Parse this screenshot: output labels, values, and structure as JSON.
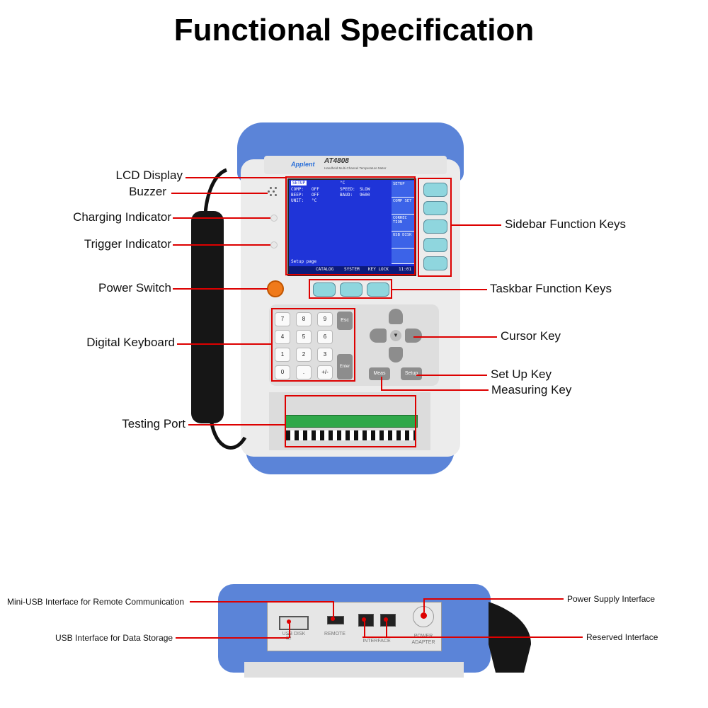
{
  "title": "Functional Specification",
  "device": {
    "brand": "Applent",
    "model": "AT4808",
    "subtitle": "Handheld Multi-Channel Temperature Meter"
  },
  "screen": {
    "header_tag": "SETUP",
    "unit_top": "°C",
    "rows": [
      {
        "k1": "COMP:",
        "v1": "OFF",
        "k2": "SPEED:",
        "v2": "SLOW"
      },
      {
        "k1": "BEEP:",
        "v1": "OFF",
        "k2": "BAUD:",
        "v2": "9600"
      },
      {
        "k1": "UNIT:",
        "v1": "°C",
        "k2": "",
        "v2": ""
      }
    ],
    "sidebar": [
      "SETUP",
      "COMP SET",
      "CORREC TION",
      "USB DISK",
      ""
    ],
    "status": "Setup page",
    "taskbar": [
      "CATALOG",
      "SYSTEM",
      "KEY LOCK",
      "11:01"
    ]
  },
  "keypad": {
    "keys": [
      "7",
      "8",
      "9",
      "4",
      "5",
      "6",
      "1",
      "2",
      "3",
      "0",
      ".",
      "+/-"
    ],
    "esc": "Esc",
    "enter": "Enter",
    "meas": "Meas",
    "setup": "Setup"
  },
  "labels": {
    "lcd_display": "LCD Display",
    "buzzer": "Buzzer",
    "charging_indicator": "Charging Indicator",
    "trigger_indicator": "Trigger Indicator",
    "power_switch": "Power Switch",
    "digital_keyboard": "Digital Keyboard",
    "testing_port": "Testing Port",
    "sidebar_function_keys": "Sidebar Function Keys",
    "taskbar_function_keys": "Taskbar Function Keys",
    "cursor_key": "Cursor Key",
    "set_up_key": "Set Up Key",
    "measuring_key": "Measuring Key"
  },
  "bottom_view": {
    "port_labels": [
      "USB DISK",
      "REMOTE",
      "INTERFACE",
      "POWER ADAPTER"
    ],
    "labels": {
      "mini_usb": "Mini-USB Interface for Remote Communication",
      "usb_storage": "USB Interface for Data Storage",
      "power_supply": "Power Supply Interface",
      "reserved": "Reserved Interface"
    }
  },
  "colors": {
    "callout": "#dd0000",
    "bumper": "#5b84d8",
    "screen": "#1f34d8",
    "function_key": "#8fd6de",
    "power_switch": "#f07a1a"
  }
}
